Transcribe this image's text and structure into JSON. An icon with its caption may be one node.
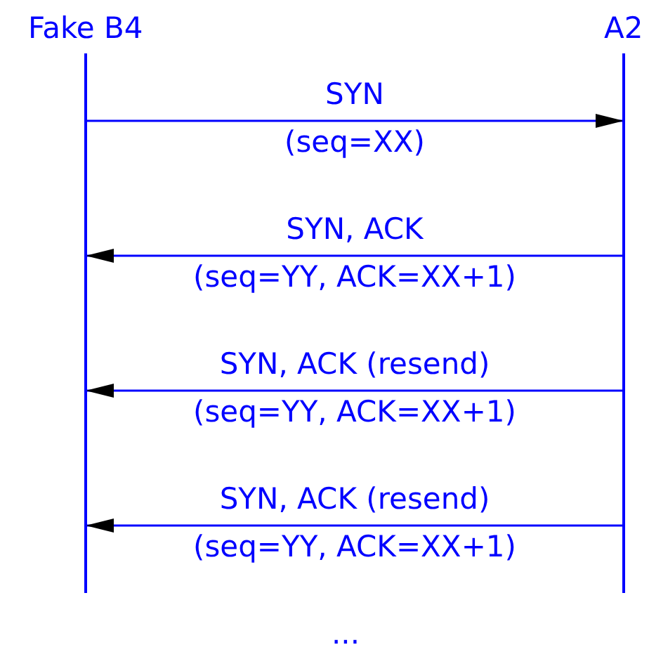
{
  "diagram": {
    "nodes": [
      {
        "text": [
          "Fake B4"
        ]
      },
      {
        "text": [
          "A2"
        ]
      }
    ],
    "edges": [
      {
        "from": 0,
        "to": 1,
        "arrow": "to",
        "label": "SYN (seq=XX)"
      },
      {
        "from": 1,
        "to": 0,
        "arrow": "to",
        "label": "SYN, ACK (seq=YY, ACK=XX+1)"
      },
      {
        "from": 1,
        "to": 0,
        "arrow": "to",
        "label": "SYN, ACK (resend) (seq=YY, ACK=XX+1)"
      },
      {
        "from": 1,
        "to": 0,
        "arrow": "to",
        "label": "SYN, ACK (resend) (seq=YY, ACK=XX+1)"
      }
    ],
    "labels": [
      "..."
    ]
  }
}
